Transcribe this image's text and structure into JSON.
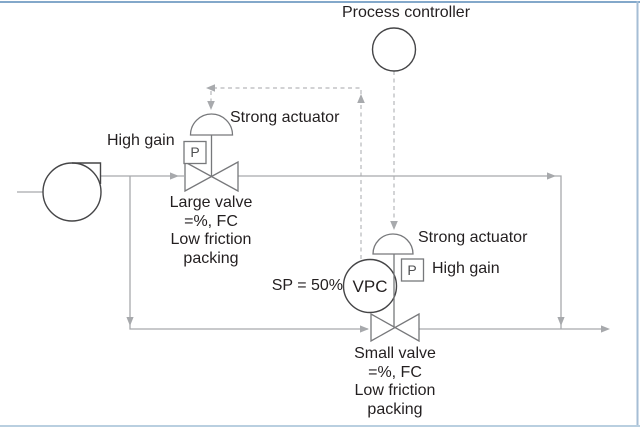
{
  "labels": {
    "process_controller": "Process controller",
    "strong_actuator_1": "Strong actuator",
    "high_gain_1": "High gain",
    "large_valve_caption": [
      "Large valve",
      "=%, FC",
      "Low friction",
      "packing"
    ],
    "sp_setpoint": "SP = 50%",
    "vpc": "VPC",
    "positioner": "P",
    "strong_actuator_2": "Strong actuator",
    "high_gain_2": "High gain",
    "small_valve_caption": [
      "Small valve",
      "=%, FC",
      "Low friction",
      "packing"
    ]
  },
  "colors": {
    "pipe": "#a7a9ac",
    "signal_dashed": "#b6b8ba",
    "signal_arrow": "#a8aaad",
    "instrument_outline": "#454547",
    "valve_outline": "#77787b",
    "text": "#231f20",
    "border_top": "#83a8ca",
    "border_right": "#a6bed5",
    "border_bottom": "#b9cfe0"
  }
}
